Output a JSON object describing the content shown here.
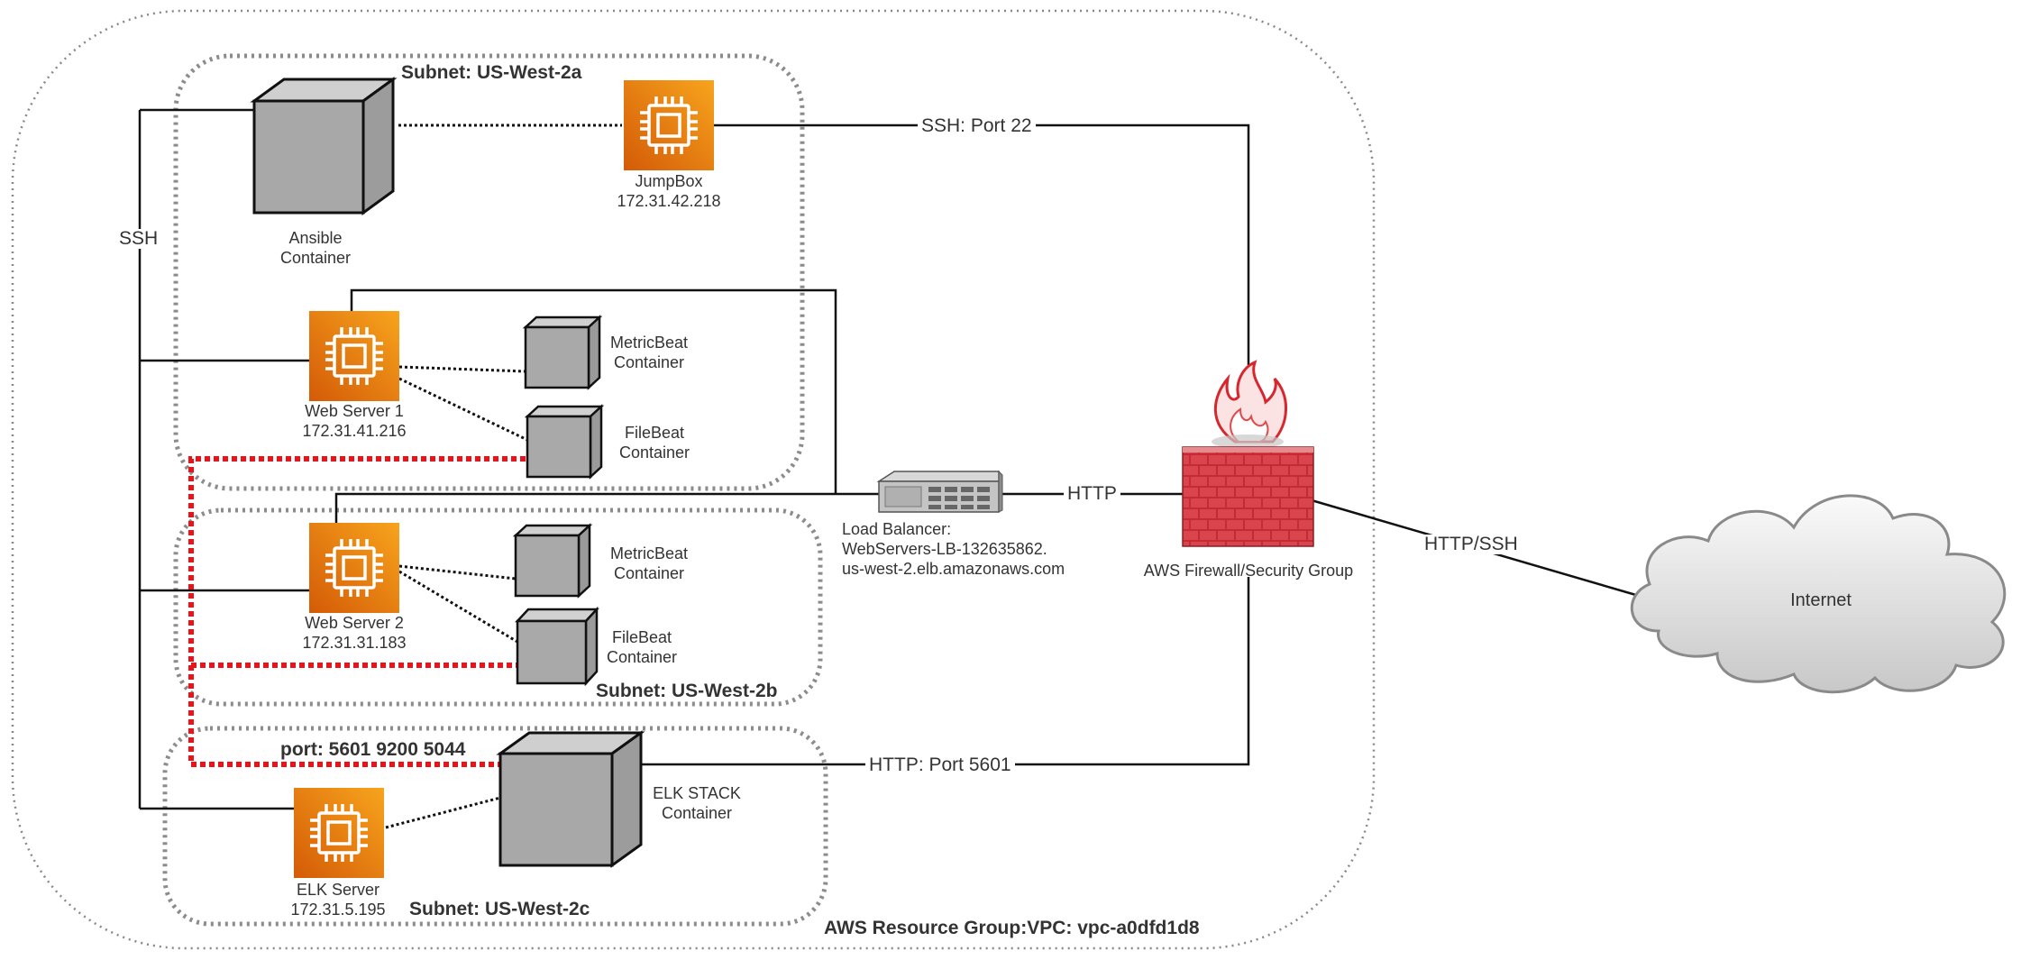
{
  "vpc": {
    "label": "AWS Resource Group:VPC: vpc-a0dfd1d8"
  },
  "subnets": [
    {
      "label": "Subnet: US-West-2a"
    },
    {
      "label": "Subnet: US-West-2b"
    },
    {
      "label": "Subnet: US-West-2c"
    }
  ],
  "nodes": {
    "ansible": {
      "line1": "Ansible",
      "line2": "Container"
    },
    "jumpbox": {
      "line1": "JumpBox",
      "line2": "172.31.42.218"
    },
    "web1": {
      "line1": "Web Server 1",
      "line2": "172.31.41.216"
    },
    "web1_metricbeat": {
      "line1": "MetricBeat",
      "line2": "Container"
    },
    "web1_filebeat": {
      "line1": "FileBeat",
      "line2": "Container"
    },
    "web2": {
      "line1": "Web Server 2",
      "line2": "172.31.31.183"
    },
    "web2_metricbeat": {
      "line1": "MetricBeat",
      "line2": "Container"
    },
    "web2_filebeat": {
      "line1": "FileBeat",
      "line2": "Container"
    },
    "elk_stack": {
      "line1": "ELK STACK",
      "line2": "Container"
    },
    "elk_server": {
      "line1": "ELK Server",
      "line2": "172.31.5.195"
    },
    "load_balancer": {
      "line1": "Load Balancer:",
      "line2": "WebServers-LB-132635862.",
      "line3": "us-west-2.elb.amazonaws.com"
    },
    "firewall": {
      "label": "AWS Firewall/Security Group"
    },
    "internet": {
      "label": "Internet"
    }
  },
  "edges": {
    "ssh": "SSH",
    "ssh_port22": "SSH: Port 22",
    "http": "HTTP",
    "http_ssh": "HTTP/SSH",
    "http_port5601": "HTTP: Port 5601",
    "elk_ports": "port: 5601 9200 5044"
  },
  "colors": {
    "ec2_orange": "#e8780f",
    "ec2_orange_light": "#f49a1f",
    "firewall_red": "#c9303a",
    "log_flow_red": "#e8141a",
    "container_grey": "#a9a9a9",
    "border_grey": "#888888"
  }
}
